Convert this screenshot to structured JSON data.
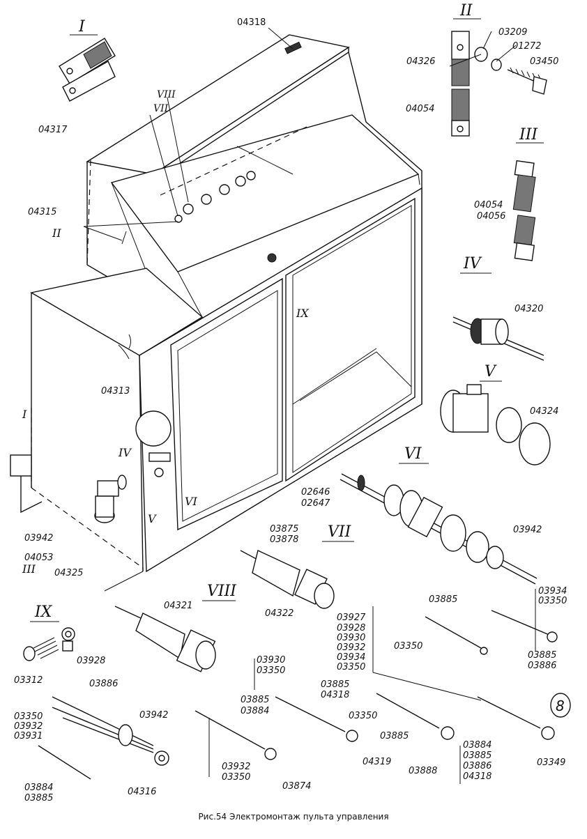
{
  "caption": "Рис.54 Электромонтаж пульта управления",
  "page_marker": "8",
  "views": [
    "I",
    "II",
    "III",
    "IV",
    "V",
    "VI",
    "VII",
    "VIII",
    "IX"
  ],
  "labels": {
    "l04318_top": "04318",
    "l04317": "04317",
    "l04315": "04315",
    "l04313": "04313",
    "l03942_a": "03942",
    "l04053": "04053",
    "l04325": "04325",
    "l04326": "04326",
    "l03209": "03209",
    "l01272": "01272",
    "l03450": "03450",
    "l04054_a": "04054",
    "l04054_b": "04054",
    "l04056": "04056",
    "l04320": "04320",
    "l04324": "04324",
    "l02646": "02646",
    "l02647": "02647",
    "l03942_b": "03942",
    "l03875": "03875",
    "l03878": "03878",
    "l04322": "04322",
    "l04321": "04321",
    "l03885_a": "03885",
    "l03350_a": "03350",
    "l03934_a": "03934",
    "l03350_b": "03350",
    "l03885_b": "03885",
    "l03886_a": "03886",
    "g1": "03927",
    "g2": "03928",
    "g3": "03930",
    "g4": "03932",
    "g5": "03934",
    "g6": "03350",
    "l03312": "03312",
    "l03928": "03928",
    "l03886_b": "03886",
    "l03942_c": "03942",
    "l03350_c": "03350",
    "l03932_a": "03932",
    "l03931": "03931",
    "l03884_a": "03884",
    "l03885_c": "03885",
    "l04316": "04316",
    "l03885_d": "03885",
    "l03884_b": "03884",
    "l03932_b": "03932",
    "l03350_d": "03350",
    "l03874": "03874",
    "l03930": "03930",
    "l03350_e": "03350",
    "l03885_e": "03885",
    "l04318_b": "04318",
    "l03350_f": "03350",
    "l04319": "04319",
    "l03885_f": "03885",
    "l03888": "03888",
    "l03884_c": "03884",
    "l03885_g": "03885",
    "l03886_c": "03886",
    "l04318_c": "04318",
    "l03349": "03349"
  }
}
